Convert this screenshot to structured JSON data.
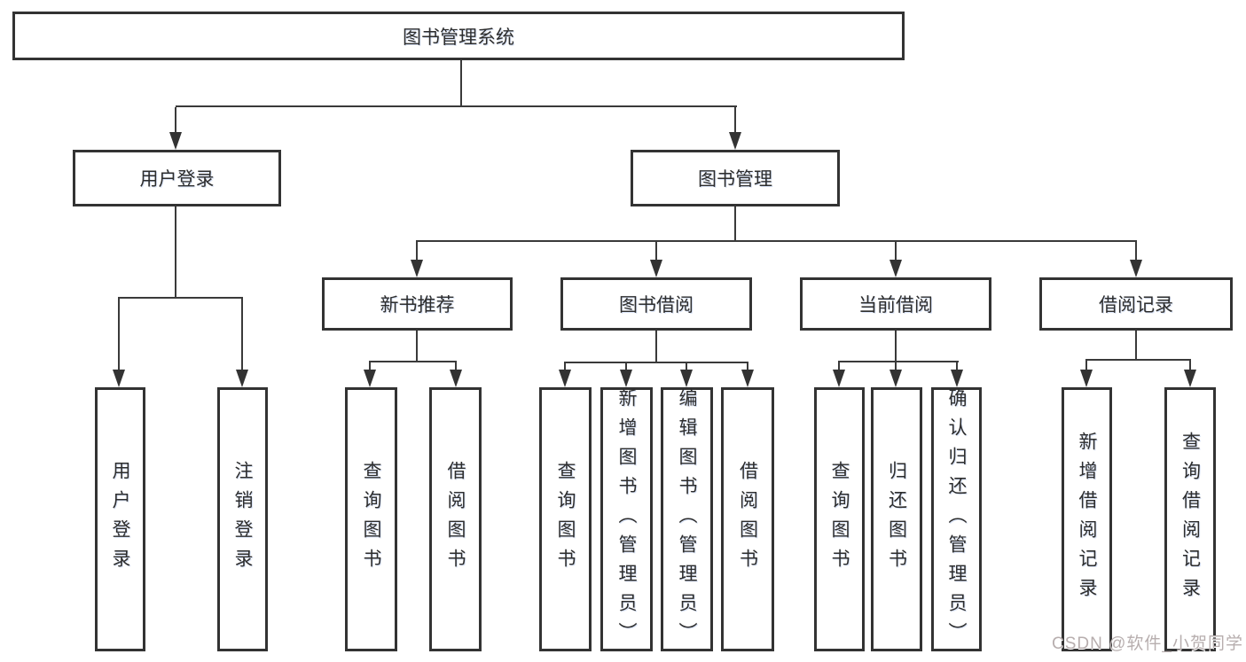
{
  "diagram": {
    "root": {
      "label": "图书管理系统"
    },
    "level2": {
      "user_login": {
        "label": "用户登录"
      },
      "book_mgmt": {
        "label": "图书管理"
      }
    },
    "level3": {
      "new_book_rec": {
        "label": "新书推荐"
      },
      "book_borrow": {
        "label": "图书借阅"
      },
      "current_borrow": {
        "label": "当前借阅"
      },
      "borrow_record": {
        "label": "借阅记录"
      }
    },
    "leaves": {
      "login": {
        "label": "用户登录"
      },
      "logout": {
        "label": "注销登录"
      },
      "rec_query": {
        "label": "查询图书"
      },
      "rec_borrow": {
        "label": "借阅图书"
      },
      "bor_query": {
        "label": "查询图书"
      },
      "bor_add": {
        "label": "新增图书（管理员）"
      },
      "bor_edit": {
        "label": "编辑图书（管理员）"
      },
      "bor_borrow": {
        "label": "借阅图书"
      },
      "cur_query": {
        "label": "查询图书"
      },
      "cur_return": {
        "label": "归还图书"
      },
      "cur_confirm": {
        "label": "确认归还（管理员）"
      },
      "brec_add": {
        "label": "新增借阅记录"
      },
      "brec_query": {
        "label": "查询借阅记录"
      }
    },
    "watermark": "CSDN @软件_小贺同学",
    "colors": {
      "line": "#3a3a3a",
      "border": "#333333",
      "text": "#2d2d2d",
      "watermark": "#b7aeae",
      "background": "#ffffff"
    }
  }
}
